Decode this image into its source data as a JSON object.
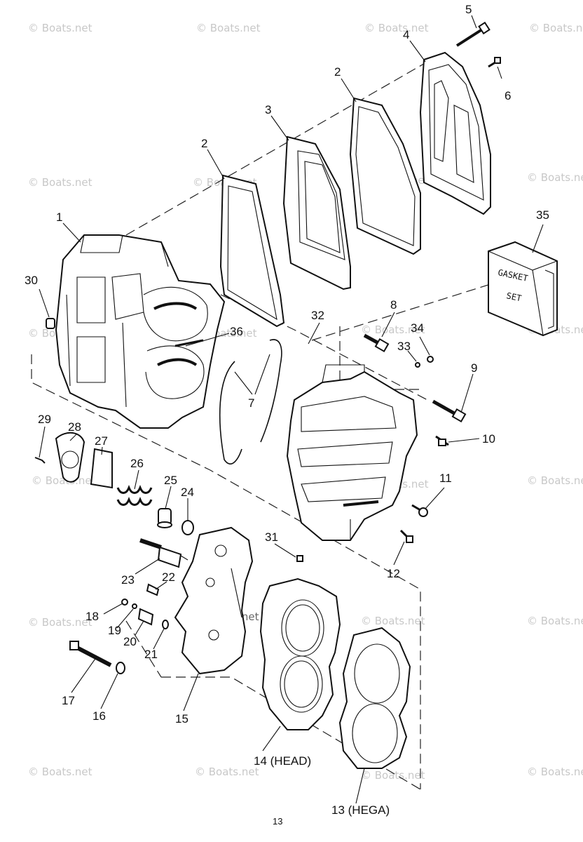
{
  "watermark": "© Boats.net",
  "page_number": "13",
  "gasket_box_text": [
    "GASKET",
    "SET"
  ],
  "callouts": {
    "c1": "1",
    "c2a": "2",
    "c2b": "2",
    "c3": "3",
    "c4": "4",
    "c5": "5",
    "c6": "6",
    "c7": "7",
    "c8": "8",
    "c9": "9",
    "c10": "10",
    "c11": "11",
    "c12": "12",
    "c13": "13 (HEGA)",
    "c14": "14 (HEAD)",
    "c15": "15",
    "c16": "16",
    "c17": "17",
    "c18": "18",
    "c19": "19",
    "c20": "20",
    "c21": "21",
    "c22": "22",
    "c23": "23",
    "c24": "24",
    "c25": "25",
    "c26": "26",
    "c27": "27",
    "c28": "28",
    "c29": "29",
    "c30": "30",
    "c31": "31",
    "c32": "32",
    "c33": "33",
    "c34": "34",
    "c35": "35",
    "c36": "36"
  }
}
